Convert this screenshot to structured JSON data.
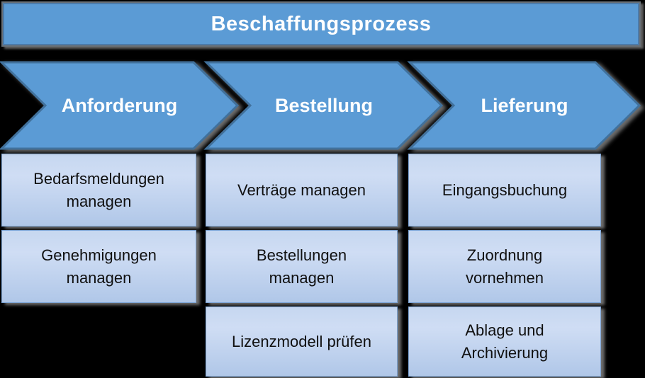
{
  "title": "Beschaffungsprozess",
  "palette": {
    "stage_fill": "#5b9bd5",
    "stage_border": "#41719c",
    "title_border_outer": "#687077",
    "title_border_inner": "#4d7ba9",
    "step_fill_top": "#cfddf4",
    "step_fill_bottom": "#b0c7e8",
    "step_border": "#7da4d4",
    "shadow": "#737373",
    "background": "#000000",
    "stage_text": "#ffffff",
    "step_text": "#101010"
  },
  "process": {
    "stages": [
      {
        "label": "Anforderung",
        "steps": [
          "Bedarfsmeldungen\nmanagen",
          "Genehmigungen\nmanagen"
        ]
      },
      {
        "label": "Bestellung",
        "steps": [
          "Verträge managen",
          "Bestellungen\nmanagen",
          "Lizenzmodell prüfen"
        ]
      },
      {
        "label": "Lieferung",
        "steps": [
          "Eingangsbuchung",
          "Zuordnung\nvornehmen",
          "Ablage und\nArchivierung"
        ]
      }
    ]
  }
}
